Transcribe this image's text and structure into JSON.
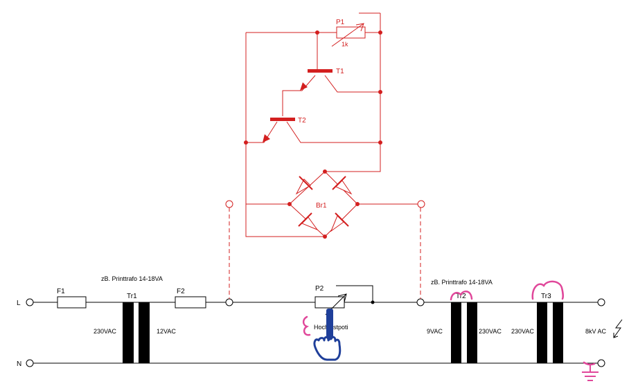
{
  "colors": {
    "black": "#000000",
    "red": "#d31f1f",
    "blue": "#1f3f9a",
    "pink": "#e0479a"
  },
  "labels": {
    "L": "L",
    "N": "N",
    "F1": "F1",
    "F2": "F2",
    "Tr1": "Tr1",
    "Tr2": "Tr2",
    "Tr3": "Tr3",
    "P1": "P1",
    "P1_value": "1k",
    "P2": "P2",
    "T1": "T1",
    "T2": "T2",
    "Br1": "Br1",
    "tr1_note": "zB. Printtrafo 14-18VA",
    "tr2_note": "zB. Printtrafo 14-18VA",
    "v230_1": "230VAC",
    "v12": "12VAC",
    "v9": "9VAC",
    "v230_2": "230VAC",
    "v230_3": "230VAC",
    "v8kv": "8kV  AC",
    "hochlastpoti": "Hochlastpoti"
  },
  "icons": [
    "terminal-icon",
    "fuse-icon",
    "transformer-icon",
    "potentiometer-icon",
    "transistor-icon",
    "diode-icon",
    "hand-cursor-icon",
    "lightning-icon",
    "ground-icon"
  ]
}
